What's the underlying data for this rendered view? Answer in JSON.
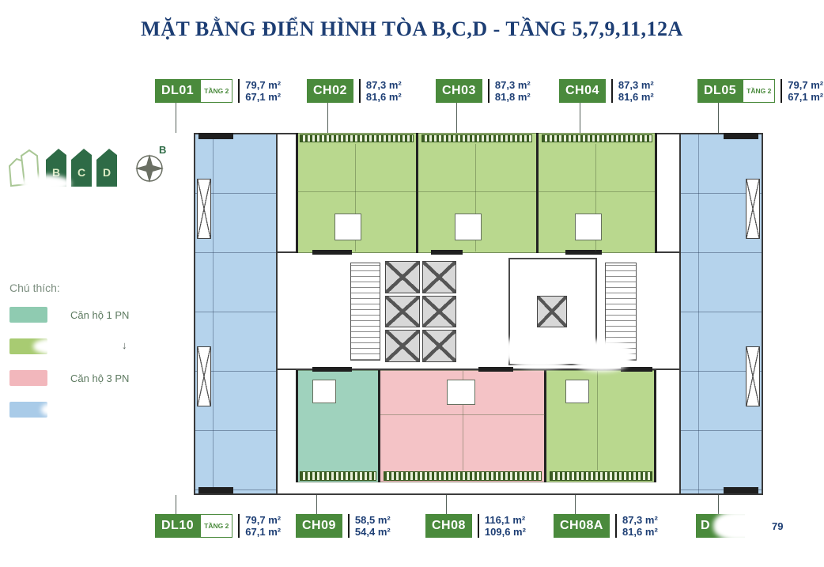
{
  "title": "MẶT BẰNG ĐIỂN HÌNH TÒA B,C,D - TẦNG 5,7,9,11,12A",
  "logo": {
    "towers": [
      "B",
      "C",
      "D"
    ]
  },
  "compass": {
    "north_label": "B"
  },
  "legend": {
    "heading": "Chú thích:",
    "items": [
      {
        "label": "Căn hộ 1 PN",
        "color": "#8fcbb1"
      },
      {
        "label": "",
        "color": "#a8cb72",
        "remnant": "↓"
      },
      {
        "label": "Căn hộ 3 PN",
        "color": "#f2b7bc"
      },
      {
        "label": "",
        "color": "#a9cbe8"
      }
    ]
  },
  "units_top": [
    {
      "code": "DL01",
      "floor_tag": "TẦNG 2",
      "areas": [
        "79,7 m²",
        "67,1 m²"
      ]
    },
    {
      "code": "CH02",
      "floor_tag": "",
      "areas": [
        "87,3 m²",
        "81,6 m²"
      ]
    },
    {
      "code": "CH03",
      "floor_tag": "",
      "areas": [
        "87,3 m²",
        "81,8 m²"
      ]
    },
    {
      "code": "CH04",
      "floor_tag": "",
      "areas": [
        "87,3 m²",
        "81,6 m²"
      ]
    },
    {
      "code": "DL05",
      "floor_tag": "TẦNG 2",
      "areas": [
        "79,7 m²",
        "67,1 m²"
      ]
    }
  ],
  "units_bottom": [
    {
      "code": "DL10",
      "floor_tag": "TẦNG 2",
      "areas": [
        "79,7 m²",
        "67,1 m²"
      ]
    },
    {
      "code": "CH09",
      "floor_tag": "",
      "areas": [
        "58,5 m²",
        "54,4 m²"
      ]
    },
    {
      "code": "CH08",
      "floor_tag": "",
      "areas": [
        "116,1 m²",
        "109,6 m²"
      ]
    },
    {
      "code": "CH08A",
      "floor_tag": "",
      "areas": [
        "87,3 m²",
        "81,6 m²"
      ]
    },
    {
      "code": "D",
      "floor_tag": "",
      "areas": [
        "79",
        ""
      ],
      "blurred": true
    }
  ],
  "palette": {
    "navy": "#1d3e74",
    "badge-green": "#4a8a3c",
    "unit-blue": "#b5d3ec",
    "unit-green": "#b9d88e",
    "unit-teal": "#9fd2bd",
    "unit-pink": "#f4c3c6",
    "hatch-green": "#3a5c22",
    "logo-green": "#2e6b46",
    "text-green": "#5d7a60"
  }
}
